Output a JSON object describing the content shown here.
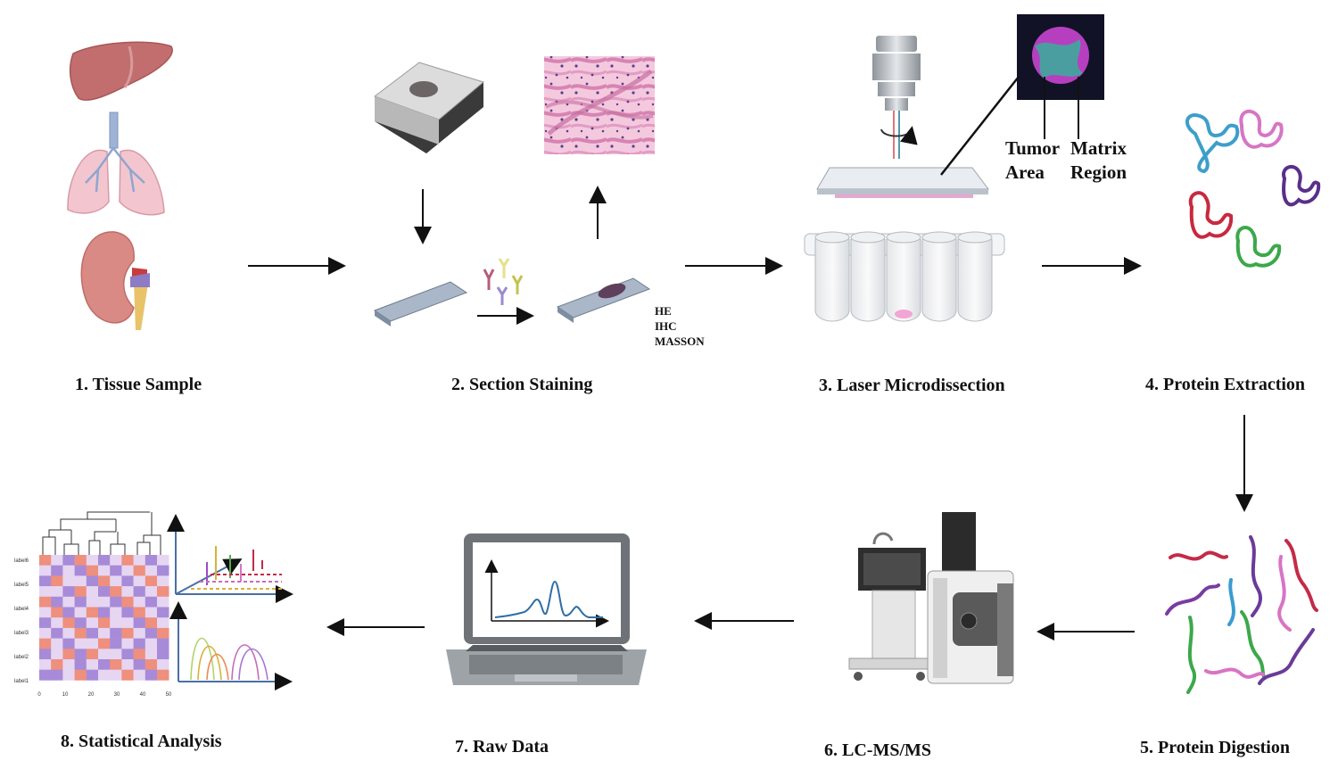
{
  "steps": {
    "s1": "1. Tissue Sample",
    "s2": "2. Section  Staining",
    "s3": "3. Laser Microdissection",
    "s4": "4. Protein Extraction",
    "s5": "5. Protein Digestion",
    "s6": "6. LC-MS/MS",
    "s7": "7. Raw Data",
    "s8": "8. Statistical Analysis"
  },
  "stains": [
    "HE",
    "IHC",
    "MASSON"
  ],
  "callouts": {
    "tumor_line1": "Tumor",
    "tumor_line2": "Area",
    "matrix_line1": "Matrix",
    "matrix_line2": "Region"
  },
  "heatmap": {
    "row_labels": [
      "label6",
      "label5",
      "label4",
      "label3",
      "label2",
      "label1"
    ],
    "x_ticks": [
      "0",
      "10",
      "20",
      "30",
      "40",
      "50"
    ]
  },
  "colors": {
    "arrow": "#111111",
    "heat_orange": "#ef8f7e",
    "heat_purple": "#a78bd8",
    "heat_light": "#e6d6f2",
    "axis_blue": "#4a6fa5"
  }
}
